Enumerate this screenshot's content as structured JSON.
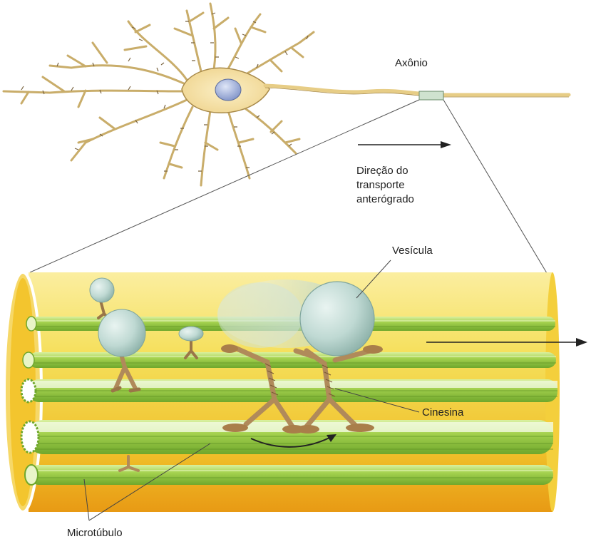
{
  "labels": {
    "axon": "Axônio",
    "direction_line1": "Direção do",
    "direction_line2": "transporte",
    "direction_line3": "anterógrado",
    "vesicle": "Vesícula",
    "kinesin": "Cinesina",
    "microtubule": "Microtúbulo"
  },
  "colors": {
    "neuron_body": "#f6e2a6",
    "neuron_outline": "#a88a4a",
    "nucleus": "#9fb0d8",
    "axon_tube": "#f3d640",
    "axon_tube_dark": "#e6a21a",
    "microtubule": "#8ec63f",
    "microtubule_light": "#c9e88a",
    "vesicle": "#bfd9d3",
    "kinesin": "#b08a5a",
    "arrow": "#222222"
  }
}
